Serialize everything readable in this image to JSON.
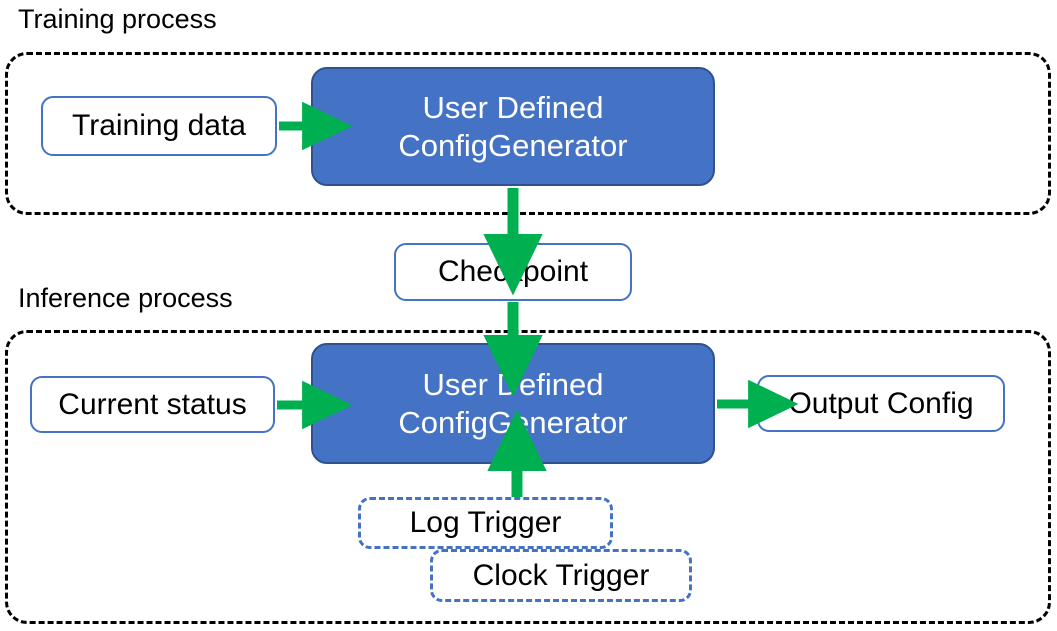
{
  "diagram": {
    "title_training": "Training process",
    "title_inference": "Inference process",
    "nodes": {
      "training_data": "Training data",
      "train_generator_line1": "User Defined",
      "train_generator_line2": "ConfigGenerator",
      "checkpoint": "Checkpoint",
      "current_status": "Current status",
      "infer_generator_line1": "User Defined",
      "infer_generator_line2": "ConfigGenerator",
      "output_config": "Output Config",
      "log_trigger": "Log Trigger",
      "clock_trigger": "Clock Trigger"
    },
    "colors": {
      "process_fill": "#4472C4",
      "process_stroke": "#2F528F",
      "box_stroke": "#4472C4",
      "arrow": "#00B050",
      "container_stroke": "#000000",
      "text_dark": "#000000",
      "text_light": "#FFFFFF",
      "background": "#FFFFFF"
    },
    "edges": [
      {
        "name": "training-data-to-generator",
        "from": "Training data",
        "to": "User Defined ConfigGenerator",
        "direction": "right"
      },
      {
        "name": "generator-to-checkpoint",
        "from": "User Defined ConfigGenerator",
        "to": "Checkpoint",
        "direction": "down"
      },
      {
        "name": "checkpoint-to-infer-generator",
        "from": "Checkpoint",
        "to": "User Defined ConfigGenerator",
        "direction": "down"
      },
      {
        "name": "current-status-to-infer-generator",
        "from": "Current status",
        "to": "User Defined ConfigGenerator",
        "direction": "right"
      },
      {
        "name": "infer-generator-to-output-config",
        "from": "User Defined ConfigGenerator",
        "to": "Output Config",
        "direction": "right"
      },
      {
        "name": "triggers-to-infer-generator",
        "from": "Log Trigger / Clock Trigger",
        "to": "User Defined ConfigGenerator",
        "direction": "up"
      }
    ]
  }
}
